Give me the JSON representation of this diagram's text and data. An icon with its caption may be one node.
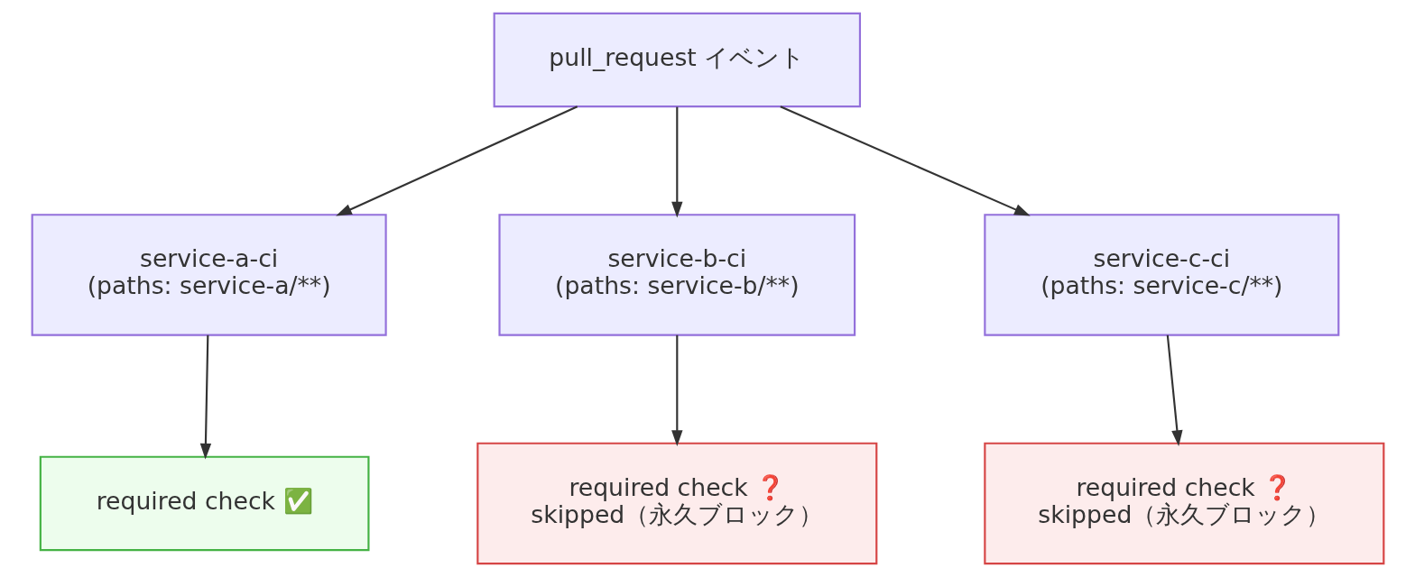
{
  "diagram": {
    "nodes": [
      {
        "text": [
          "pull_request イベント"
        ]
      },
      {
        "text": [
          "service-a-ci",
          "(paths: service-a/**)"
        ]
      },
      {
        "text": [
          "service-b-ci",
          "(paths: service-b/**)"
        ]
      },
      {
        "text": [
          "service-c-ci",
          "(paths: service-c/**)"
        ]
      },
      {
        "text": [
          "required check ✅"
        ]
      },
      {
        "text": [
          "required check ❓",
          "skipped（永久ブロック）"
        ]
      },
      {
        "text": [
          "required check ❓",
          "skipped（永久ブロック）"
        ]
      }
    ],
    "edges": [
      {
        "from": 0,
        "to": 1,
        "arrow": "to"
      },
      {
        "from": 0,
        "to": 2,
        "arrow": "to"
      },
      {
        "from": 0,
        "to": 3,
        "arrow": "to"
      },
      {
        "from": 1,
        "to": 4,
        "arrow": "to"
      },
      {
        "from": 2,
        "to": 5,
        "arrow": "to"
      },
      {
        "from": 3,
        "to": 6,
        "arrow": "to"
      }
    ]
  }
}
